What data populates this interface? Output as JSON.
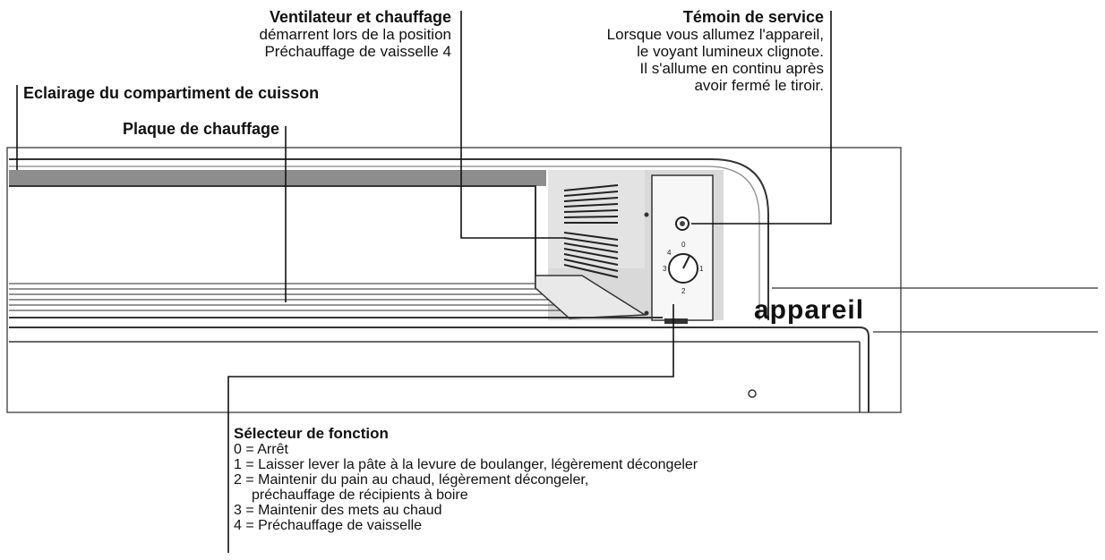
{
  "callouts": {
    "ventilateur": {
      "title": "Ventilateur et chauffage",
      "lines": [
        "démarrent lors de la position",
        "Préchauffage de vaisselle 4"
      ]
    },
    "temoin": {
      "title": "Témoin de service",
      "lines": [
        "Lorsque vous allumez l'appareil,",
        "le voyant lumineux clignote.",
        "Il s'allume en continu après",
        "avoir fermé le tiroir."
      ]
    },
    "eclairage": {
      "title": "Eclairage du compartiment de cuisson"
    },
    "plaque": {
      "title": "Plaque de chauffage"
    },
    "appareil": {
      "label": "appareil"
    }
  },
  "selecteur": {
    "title": "Sélecteur de fonction",
    "items": [
      "0 = Arrêt",
      "1 = Laisser lever la pâte à la levure de boulanger, légèrement décongeler",
      "2 = Maintenir du pain au chaud, légèrement décongeler,",
      "      préchauffage de récipients à boire",
      "3 = Maintenir des mets au chaud",
      "4 = Préchauffage de vaisselle"
    ]
  },
  "knob": {
    "marks": [
      "0",
      "1",
      "2",
      "3",
      "4"
    ]
  }
}
